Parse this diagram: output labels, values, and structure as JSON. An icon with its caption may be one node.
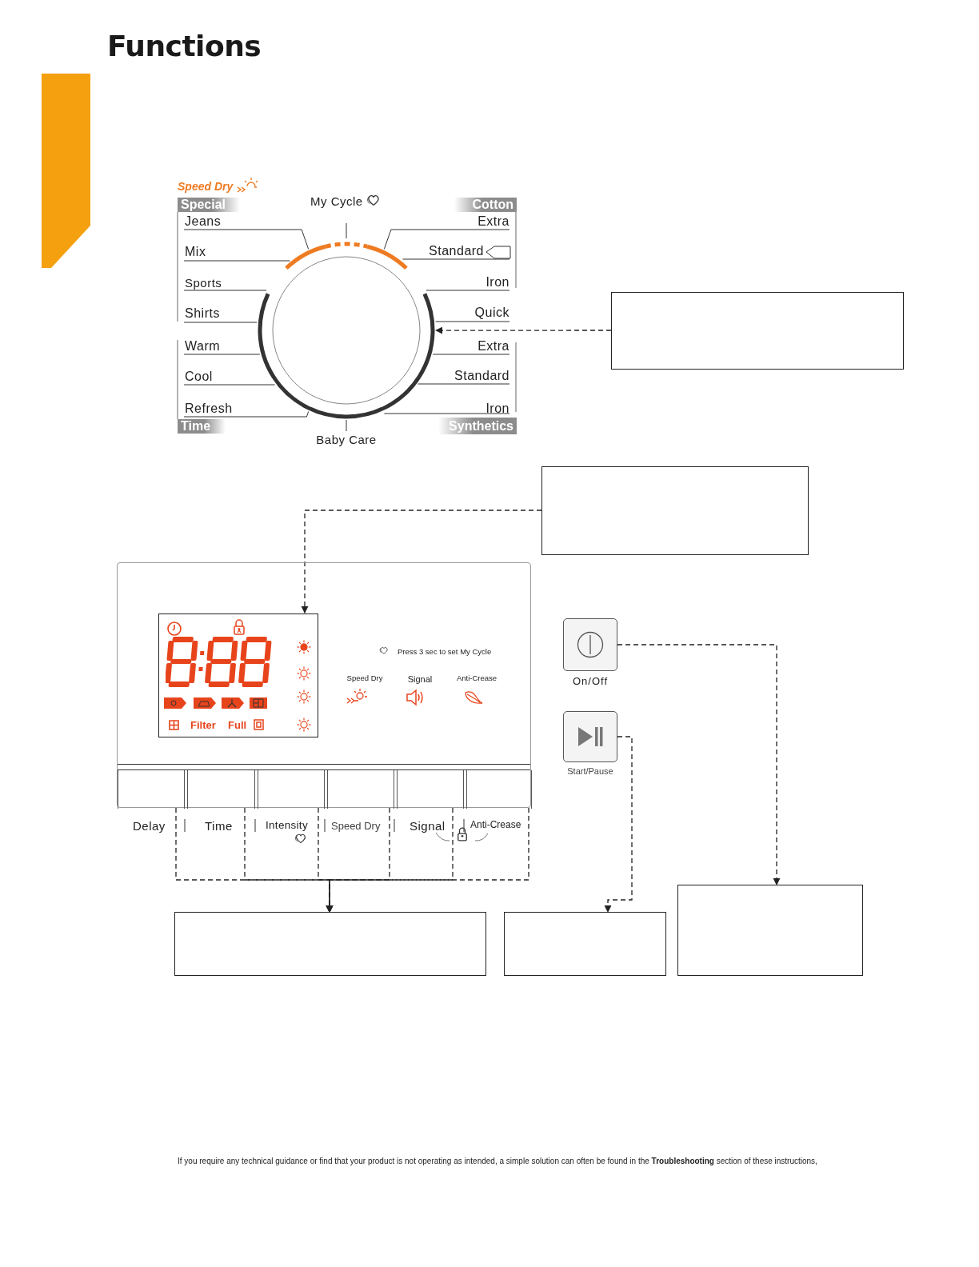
{
  "diagram": {
    "title": "Functions",
    "nodes": [
      {
        "text": [],
        "shape": "circle"
      },
      {
        "text": [],
        "shape": "box"
      },
      {
        "text": [],
        "shape": "box"
      },
      {
        "text": [],
        "shape": "box"
      },
      {
        "text": [
          "Filter",
          "Full"
        ],
        "in": 3
      },
      {
        "text": [],
        "shape": "box",
        "in": 3
      },
      {
        "text": [],
        "shape": "box",
        "in": 3
      },
      {
        "text": [],
        "shape": "box",
        "in": 3
      },
      {
        "text": [],
        "shape": "box",
        "in": 3
      },
      {
        "text": [],
        "shape": "box",
        "in": 3
      },
      {
        "text": [],
        "shape": "box",
        "in": 3
      },
      {
        "text": [],
        "shape": "box"
      },
      {
        "text": [
          "On/Off"
        ]
      },
      {
        "text": [
          "Start/Pause"
        ]
      },
      {
        "text": [],
        "shape": "box"
      },
      {
        "text": [],
        "shape": "box"
      },
      {
        "text": [],
        "shape": "tab"
      }
    ],
    "edges": [
      {
        "from": 1,
        "to": 0,
        "arrow": "to",
        "style": "dashed"
      },
      {
        "from": 2,
        "to": 4,
        "arrow": "to",
        "style": "dashed"
      },
      {
        "from": 5,
        "to": 11,
        "arrow": "to",
        "style": "dashed"
      },
      {
        "from": 6,
        "to": 11,
        "arrow": "to",
        "style": "dashed"
      },
      {
        "from": 7,
        "to": 11,
        "arrow": "to",
        "style": "dashed"
      },
      {
        "from": 8,
        "to": 11,
        "arrow": "to",
        "style": "dashed"
      },
      {
        "from": 9,
        "to": 11,
        "arrow": "to",
        "style": "dashed"
      },
      {
        "from": 10,
        "to": 11,
        "arrow": "to",
        "style": "dashed"
      },
      {
        "from": 13,
        "to": 14,
        "arrow": "to",
        "style": "dashed"
      },
      {
        "from": 12,
        "to": 15,
        "arrow": "to",
        "style": "dashed"
      }
    ],
    "labels": [
      "Speed Dry",
      "Special",
      "Jeans",
      "Mix",
      "Sports",
      "Shirts",
      "My Cycle",
      "Cotton",
      "Extra",
      "Standard",
      "Iron",
      "Quick",
      "Warm",
      "Extra",
      "Cool",
      "Standard",
      "Refresh",
      "Iron",
      "Time",
      "Synthetics",
      "Baby Care",
      "Press 3 sec to set My Cycle",
      "Speed Dry",
      "Signal",
      "Anti-Crease",
      "Delay",
      "Time",
      "Intensity",
      "Speed Dry",
      "Signal",
      "Anti-Crease"
    ],
    "caption": "If you require any technical guidance or find that your product is not operating as intended, a simple solution can often be found in the **Troubleshooting** section of these instructions,"
  }
}
